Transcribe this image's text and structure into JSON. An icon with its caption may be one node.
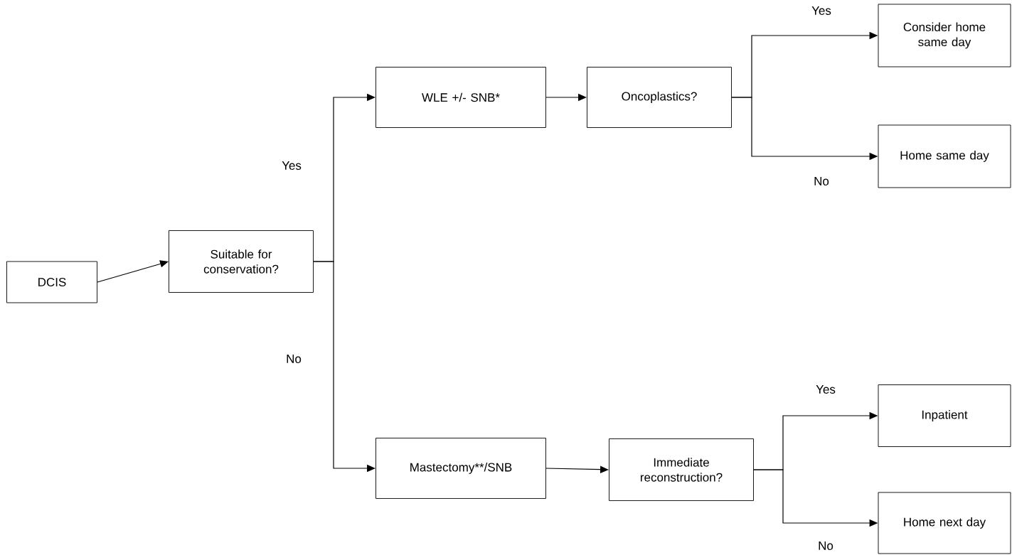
{
  "diagram": {
    "nodes": [
      {
        "text": [
          "DCIS"
        ]
      },
      {
        "text": [
          "Suitable for conservation?"
        ]
      },
      {
        "text": [
          "WLE +/- SNB*"
        ]
      },
      {
        "text": [
          "Oncoplastics?"
        ]
      },
      {
        "text": [
          "Consider home same day"
        ]
      },
      {
        "text": [
          "Home same day"
        ]
      },
      {
        "text": [
          "Mastectomy**/SNB"
        ]
      },
      {
        "text": [
          "Immediate reconstruction?"
        ]
      },
      {
        "text": [
          "Inpatient"
        ]
      },
      {
        "text": [
          "Home next day"
        ]
      }
    ],
    "edges": [
      {
        "from": 0,
        "to": 1,
        "arrow": "to"
      },
      {
        "from": 1,
        "to": 2,
        "arrow": "to",
        "label": "Yes"
      },
      {
        "from": 1,
        "to": 6,
        "arrow": "to",
        "label": "No"
      },
      {
        "from": 2,
        "to": 3,
        "arrow": "to"
      },
      {
        "from": 3,
        "to": 4,
        "arrow": "to",
        "label": "Yes"
      },
      {
        "from": 3,
        "to": 5,
        "arrow": "to",
        "label": "No"
      },
      {
        "from": 6,
        "to": 7,
        "arrow": "to"
      },
      {
        "from": 7,
        "to": 8,
        "arrow": "to",
        "label": "Yes"
      },
      {
        "from": 7,
        "to": 9,
        "arrow": "to",
        "label": "No"
      }
    ]
  }
}
